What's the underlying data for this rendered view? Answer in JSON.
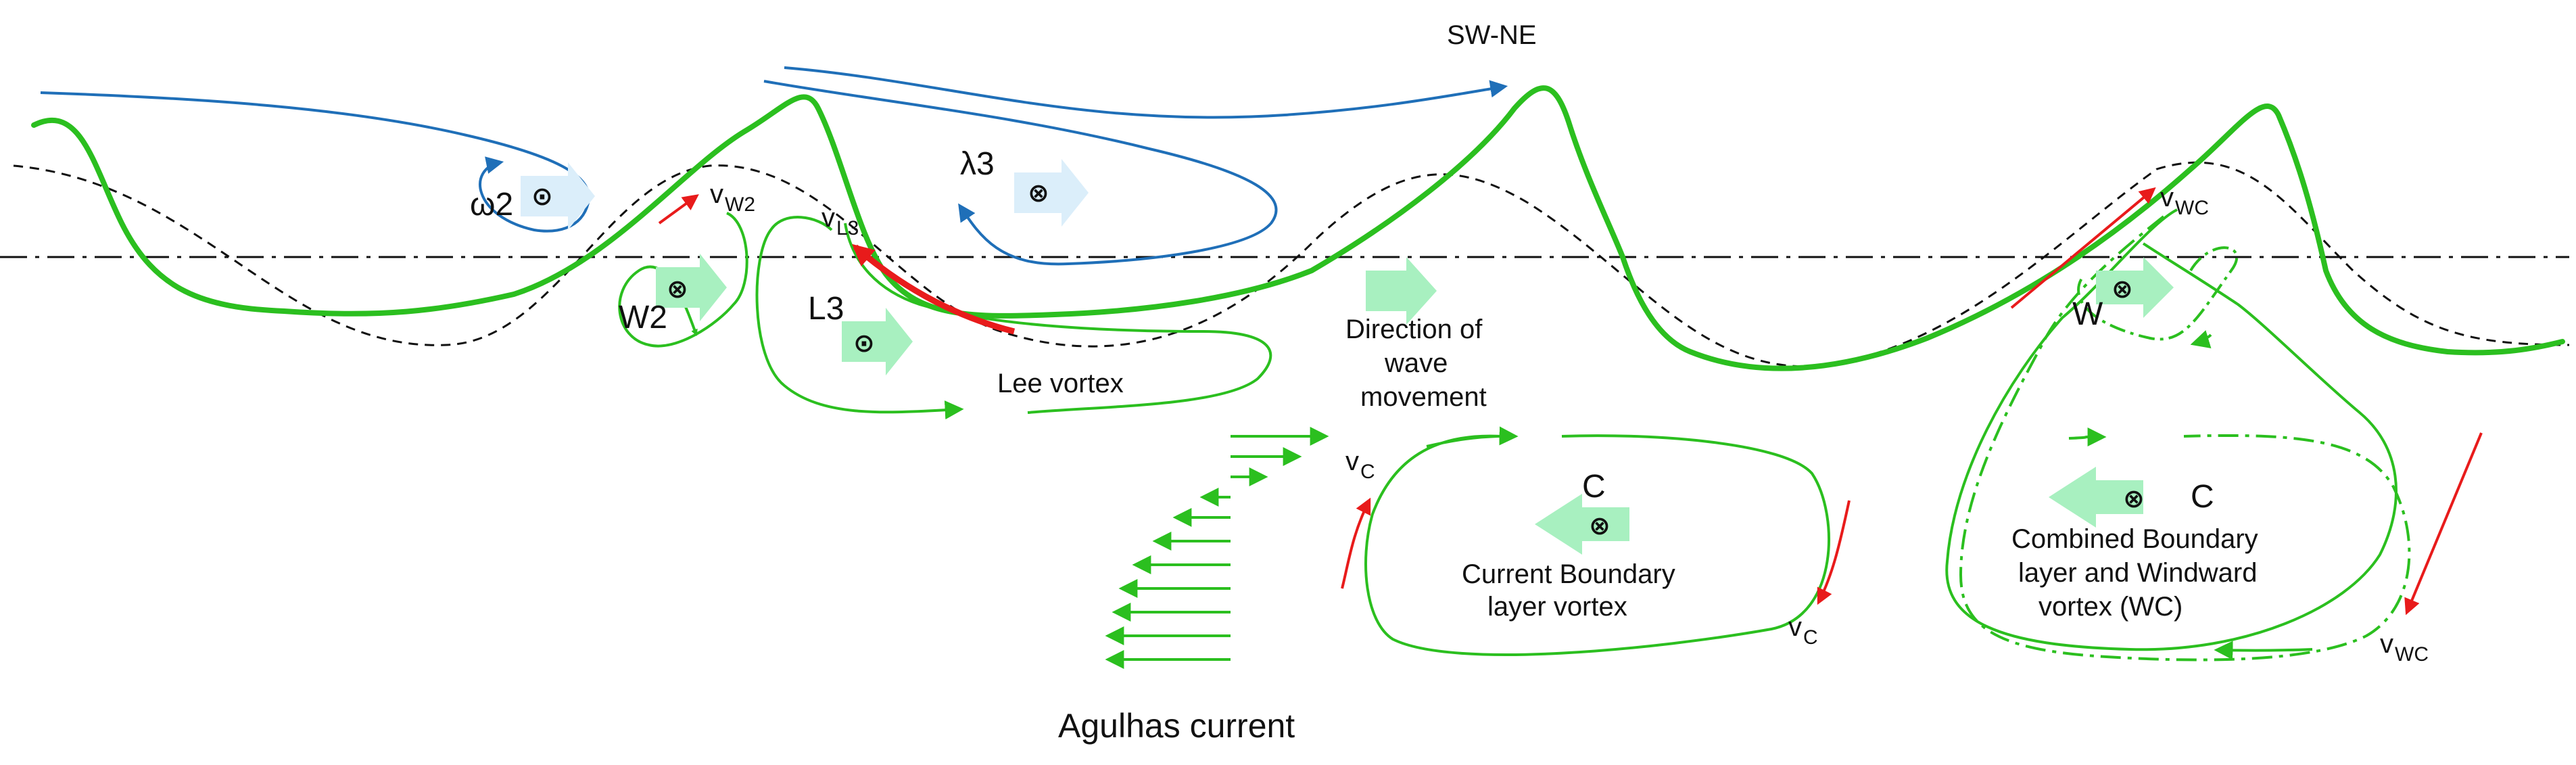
{
  "colors": {
    "green": "#2bbf1f",
    "blue": "#1f6fb8",
    "red": "#e81b1b",
    "light_green_arrow": "#a8f0c0",
    "light_blue_arrow": "#dbeefa",
    "dashed": "#111111"
  },
  "labels": {
    "sw_ne": "SW-NE",
    "omega2": "ω2",
    "lambda3": "λ3",
    "w2": "W2",
    "l3": "L3",
    "lee_vortex": "Lee vortex",
    "direction_1": "Direction of",
    "direction_2": "wave",
    "direction_3": "movement",
    "c_left": "C",
    "current_bl_1": "Current Boundary",
    "current_bl_2": "layer vortex",
    "w": "W",
    "c_right": "C",
    "combined_1": "Combined Boundary",
    "combined_2": "layer and Windward",
    "combined_3": "vortex (WC)",
    "agulhas": "Agulhas current",
    "v": "v",
    "sub_w2": "W2",
    "sub_l3": "L3",
    "sub_wc": "WC",
    "sub_c": "C"
  },
  "symbols": {
    "out_of_page": "⊙",
    "into_page": "⊗"
  }
}
